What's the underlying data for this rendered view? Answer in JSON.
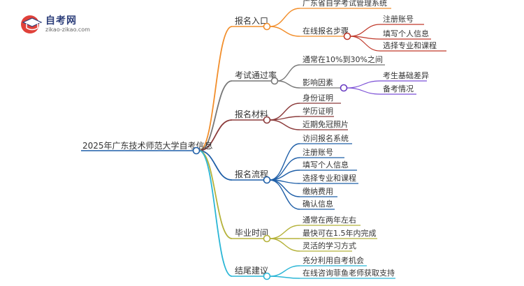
{
  "logo": {
    "title": "自考网",
    "url": "zikao-zikao.com",
    "icon": "graduation-cap-icon"
  },
  "root": "2025年广东技术师范大学自考信息",
  "branches": [
    {
      "label": "报名入口",
      "color": "#f28e2b",
      "children": [
        {
          "label": "广东省自学考试管理系统"
        },
        {
          "label": "在线报名步骤",
          "children": [
            "注册账号",
            "填写个人信息",
            "选择专业和课程"
          ]
        }
      ]
    },
    {
      "label": "考试通过率",
      "color": "#777777",
      "children": [
        {
          "label": "通常在10%到30%之间"
        },
        {
          "label": "影响因素",
          "children": [
            "考生基础差异",
            "备考情况"
          ]
        }
      ]
    },
    {
      "label": "报名材料",
      "color": "#8c3b3b",
      "children": [
        {
          "label": "身份证明"
        },
        {
          "label": "学历证明"
        },
        {
          "label": "近期免冠照片"
        }
      ]
    },
    {
      "label": "报名流程",
      "color": "#1f5fa8",
      "children": [
        {
          "label": "访问报名系统"
        },
        {
          "label": "注册账号"
        },
        {
          "label": "填写个人信息"
        },
        {
          "label": "选择专业和课程"
        },
        {
          "label": "缴纳费用"
        },
        {
          "label": "确认信息"
        }
      ]
    },
    {
      "label": "毕业时间",
      "color": "#b5b23a",
      "children": [
        {
          "label": "通常在两年左右"
        },
        {
          "label": "最快可在1.5年内完成"
        },
        {
          "label": "灵活的学习方式"
        }
      ]
    },
    {
      "label": "结尾建议",
      "color": "#2bb6d6",
      "children": [
        {
          "label": "充分利用自考机会"
        },
        {
          "label": "在线咨询菲鱼老师获取支持"
        }
      ]
    }
  ]
}
